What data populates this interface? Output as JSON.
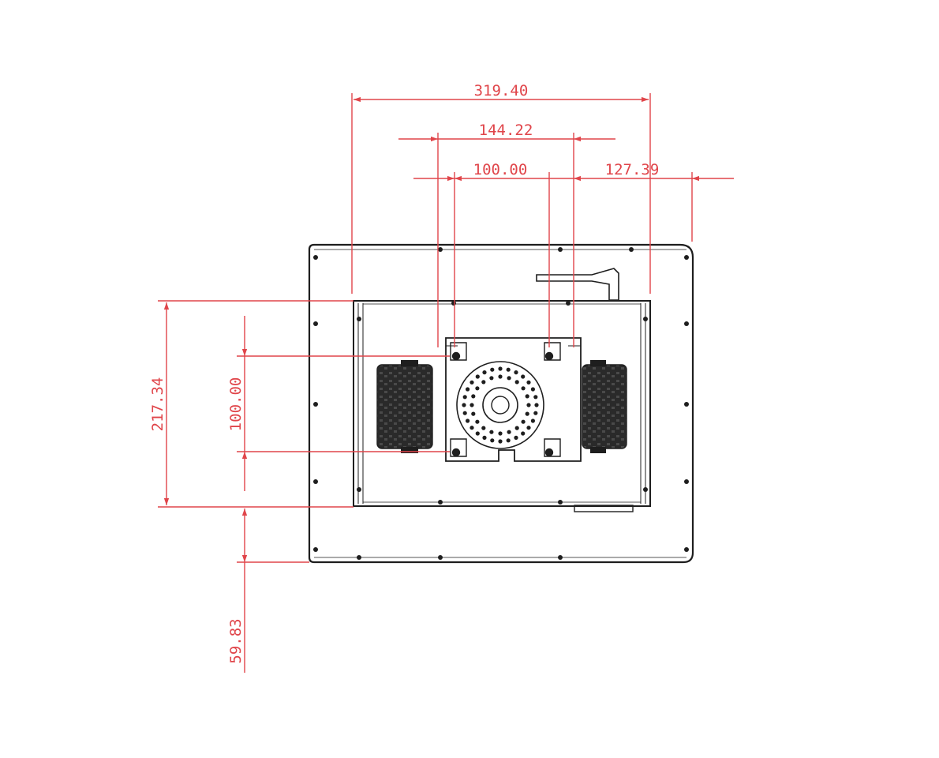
{
  "drawing": {
    "colors": {
      "dimension": "#e0454a",
      "outline": "#1e1e1e",
      "background": "#ffffff"
    },
    "dimensions": {
      "overall_width": "319.40",
      "mount_span_outer": "144.22",
      "vesa_horizontal": "100.00",
      "side_offset": "127.39",
      "overall_height": "217.34",
      "vesa_vertical": "100.00",
      "bottom_offset": "59.83"
    }
  }
}
